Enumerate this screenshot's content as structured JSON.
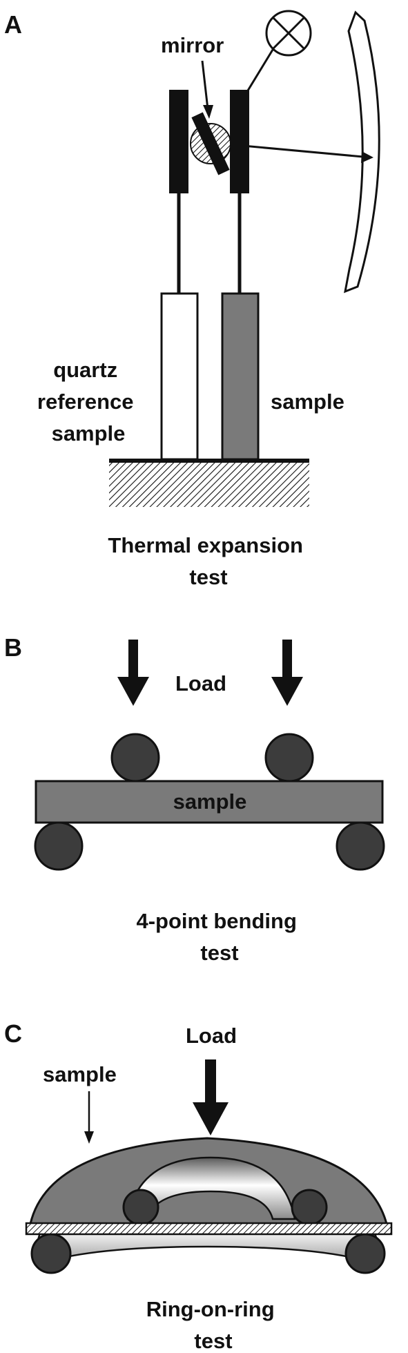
{
  "panels": {
    "a": {
      "letter": "A",
      "mirror_label": "mirror",
      "reference_label_lines": [
        "quartz",
        "reference",
        "sample"
      ],
      "sample_label": "sample",
      "caption_lines": [
        "Thermal expansion",
        "test"
      ]
    },
    "b": {
      "letter": "B",
      "load_label": "Load",
      "sample_label": "sample",
      "caption_lines": [
        "4-point bending",
        "test"
      ]
    },
    "c": {
      "letter": "C",
      "load_label": "Load",
      "sample_label": "sample",
      "caption_lines": [
        "Ring-on-ring",
        "test"
      ]
    }
  },
  "colors": {
    "sample_fill": "#7a7a7a",
    "roller_fill": "#3c3c3c",
    "ink": "#111111"
  }
}
